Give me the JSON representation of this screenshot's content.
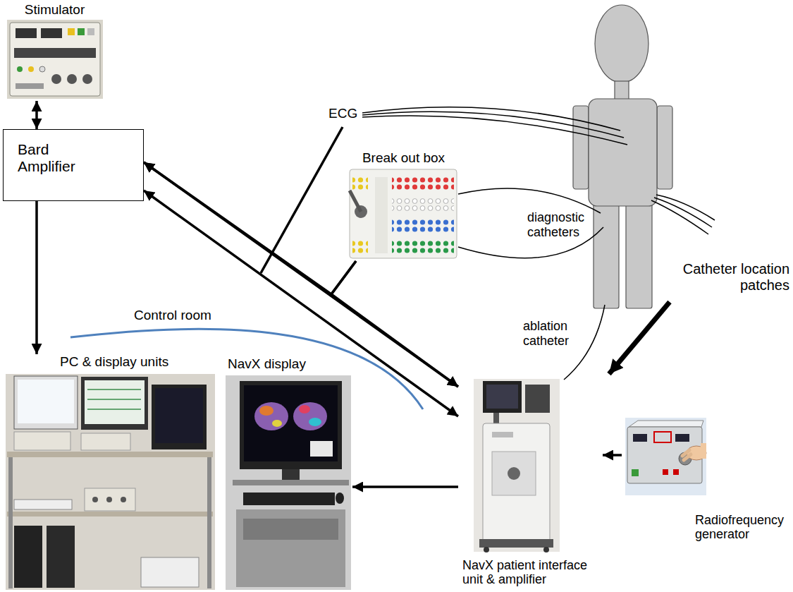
{
  "diagram": {
    "nodes": [
      {
        "text": [
          "Stimulator"
        ]
      },
      {
        "text": [
          "Bard Amplifier"
        ]
      },
      {
        "text": [
          "Break out box"
        ]
      },
      {
        "text": [
          "PC & display units"
        ]
      },
      {
        "text": [
          "NavX display"
        ]
      },
      {
        "text": [
          "NavX patient interface unit & amplifier"
        ]
      },
      {
        "text": [
          "Radiofrequency generator"
        ]
      }
    ],
    "edges": [
      {
        "from": 0,
        "to": 1,
        "arrow": "both"
      },
      {
        "from": 1,
        "to": 3,
        "arrow": "to"
      },
      {
        "from": 1,
        "to": 5,
        "arrow": "both"
      },
      {
        "from": 1,
        "to": 5,
        "arrow": "both"
      },
      {
        "from": 2,
        "to": 1,
        "arrow": "to"
      },
      {
        "from": 2,
        "to": 5,
        "arrow": "to"
      },
      {
        "from": 5,
        "to": 4,
        "arrow": "to"
      },
      {
        "from": 6,
        "to": 5,
        "arrow": "to"
      }
    ],
    "labels": [
      "ECG",
      "diagnostic catheters",
      "Catheter location patches",
      "Control room",
      "ablation catheter"
    ]
  }
}
